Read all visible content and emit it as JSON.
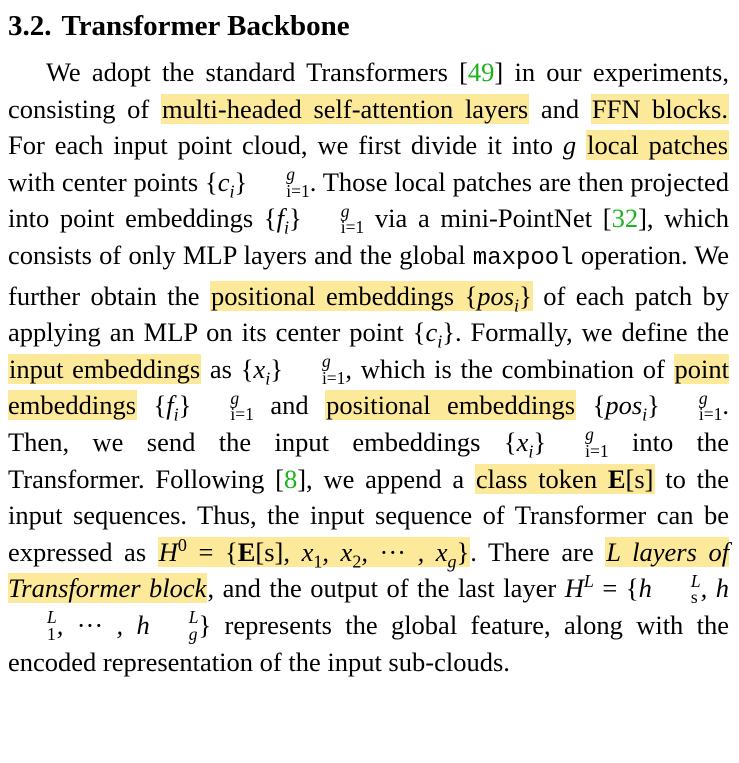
{
  "section": {
    "number": "3.2.",
    "title": "Transformer Backbone"
  },
  "text": {
    "t01": "We adopt the standard Transformers [",
    "c49": "49",
    "t02": "] in our experi­",
    "t03": "ments, consisting of ",
    "h01": "multi-headed self-attention layers",
    "t04": " and ",
    "h02": "FFN blocks.",
    "t05": " For each input point cloud, we first divide it into ",
    "g1": "g",
    "t06": " ",
    "h03": "local patches",
    "t07": " with center points ",
    "t08": ". Those local patches are then projected into point embeddings ",
    "t09": " via a mini-PointNet [",
    "c32": "32",
    "t10": "], which consists of only MLP layers and the global ",
    "maxpool": "maxpool",
    "t11": " operation. We further obtain the ",
    "h04": "positional embeddings",
    "t12": " of each patch by applying an MLP on its center point ",
    "t13": ". Formally, we define the ",
    "h05": "input embeddings",
    "t14": " as ",
    "t15": ", which is the combination of ",
    "h06": "point embeddings",
    "t16": " and ",
    "h07": "positional embeddings",
    "t17": ". Then, we send the input embeddings ",
    "t18": " into the Transformer. Following [",
    "c8": "8",
    "t19": "], we append a ",
    "h08": "class token",
    "t20": " to the input sequences. Thus, the input sequence of Trans­former can be expressed as ",
    "t21": ". There are ",
    "h09": "L layers of Transformer block",
    "t22": ", and the output of the last layer ",
    "t23": " represents the global feature, along with the encoded representation of the input sub-clouds."
  },
  "math": {
    "ci": "c",
    "ci_sub": "i",
    "fi": "f",
    "fi_sub": "i",
    "posi": "pos",
    "posi_sub": "i",
    "xi": "x",
    "xi_sub": "i",
    "range_sup": "g",
    "range_sub": "i=1",
    "E": "E",
    "s": "[s]",
    "H": "H",
    "H0_sup": "0",
    "HL_sup": "L",
    "h": "h",
    "hs_sub": "s",
    "h1_sub": "1",
    "hg_sub": "g",
    "x1_sub": "1",
    "x2_sub": "2",
    "xg_sub": "g",
    "cdots": "···",
    "equals": "=",
    "lbrace": "{",
    "rbrace": "}"
  }
}
